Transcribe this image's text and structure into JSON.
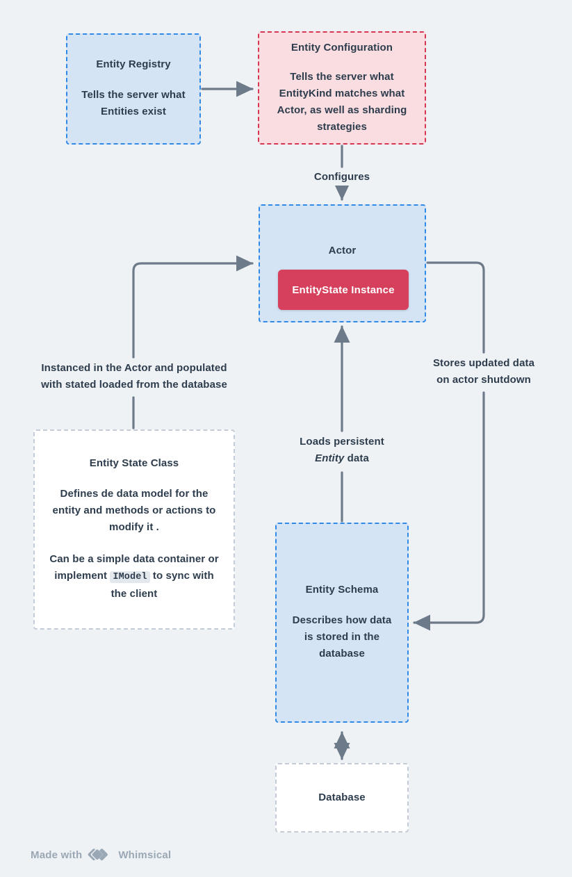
{
  "diagram": {
    "background": "#eff2f5",
    "nodes": {
      "entity_registry": {
        "title": "Entity Registry",
        "body_line1": "Tells the server what",
        "body_line2": "Entities exist",
        "fill": "#d4e4f5",
        "border": "#2e8ae6"
      },
      "entity_configuration": {
        "title": "Entity Configuration",
        "body_line1": "Tells the server what",
        "body_line2": "EntityKind matches what",
        "body_line3": "Actor, as well as sharding",
        "body_line4": "strategies",
        "fill": "#fadde1",
        "border": "#d63652"
      },
      "actor": {
        "title": "Actor",
        "fill": "#d4e4f5",
        "border": "#2e8ae6"
      },
      "entitystate_instance": {
        "label": "EntityState Instance",
        "fill": "#d6405c",
        "text_color": "#ffffff"
      },
      "entity_state_class": {
        "title": "Entity State Class",
        "p1_line1": "Defines de data model for the",
        "p1_line2": "entity and methods or actions to",
        "p1_line3": "modify it .",
        "p2_line1": "Can be a simple data container or",
        "p2_before": "implement",
        "p2_code": "IModel",
        "p2_after": "to sync with",
        "p2_line3": "the client",
        "fill": "#ffffff",
        "border": "#c3ccd6"
      },
      "entity_schema": {
        "title": "Entity Schema",
        "body_line1": "Describes how data",
        "body_line2": "is stored in the",
        "body_line3": "database",
        "fill": "#d4e4f5",
        "border": "#2e8ae6"
      },
      "database": {
        "title": "Database",
        "fill": "#ffffff",
        "border": "#c3ccd6"
      }
    },
    "edge_labels": {
      "configures": "Configures",
      "instanced_line1": "Instanced in the Actor and populated",
      "instanced_line2": "with stated loaded from the database",
      "loads_line1": "Loads persistent",
      "loads_line2_em": "Entity",
      "loads_line2_rest": "data",
      "stores_line1": "Stores updated data",
      "stores_line2": "on actor shutdown"
    },
    "connector_color": "#6c7a89"
  },
  "footer": {
    "made_with": "Made with",
    "brand": "Whimsical",
    "color": "#9aa7b4"
  }
}
